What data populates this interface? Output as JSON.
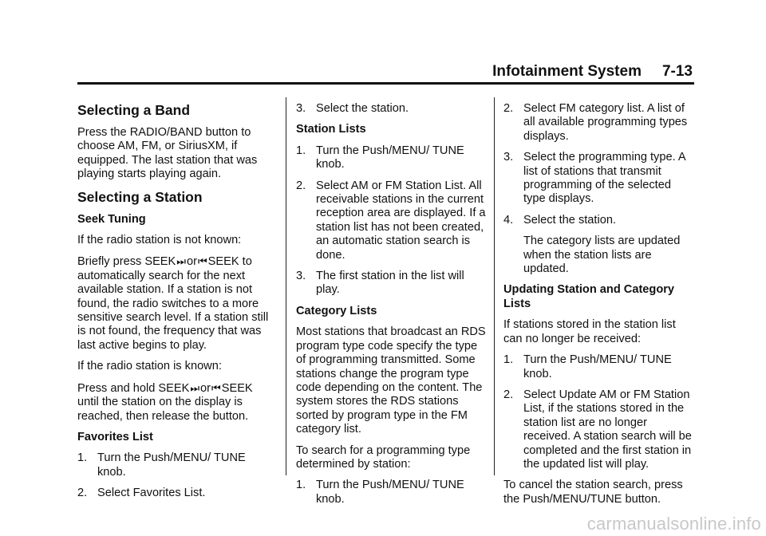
{
  "header": {
    "section": "Infotainment System",
    "page": "7-13"
  },
  "col1": {
    "h_band": "Selecting a Band",
    "p_band": "Press the RADIO/BAND button to choose AM, FM, or SiriusXM, if equipped. The last station that was playing starts playing again.",
    "h_station": "Selecting a Station",
    "h_seek": "Seek Tuning",
    "p_unknown": "If the radio station is not known:",
    "p_brief_a": "Briefly press SEEK",
    "p_brief_or": "or",
    "p_brief_b": "SEEK to automatically search for the next available station. If a station is not found, the radio switches to a more sensitive search level. If a station still is not found, the frequency that was last active begins to play.",
    "p_known": "If the radio station is known:",
    "p_hold_a": "Press and hold SEEK",
    "p_hold_or": "or",
    "p_hold_b": "SEEK until the station on the display is reached, then release the button.",
    "h_fav": "Favorites List",
    "steps": [
      {
        "num": "1.",
        "text": "Turn the Push/MENU/ TUNE knob."
      },
      {
        "num": "2.",
        "text": "Select Favorites List."
      }
    ]
  },
  "col2": {
    "step3": {
      "num": "3.",
      "text": "Select the station."
    },
    "h_lists": "Station Lists",
    "list_steps": [
      {
        "num": "1.",
        "text": "Turn the Push/MENU/ TUNE knob."
      },
      {
        "num": "2.",
        "text": "Select AM or FM Station List. All receivable stations in the current reception area are displayed. If a station list has not been created, an automatic station search is done."
      },
      {
        "num": "3.",
        "text": "The first station in the list will play."
      }
    ],
    "h_cat": "Category Lists",
    "p_cat": "Most stations that broadcast an RDS program type code specify the type of programming transmitted. Some stations change the program type code depending on the content. The system stores the RDS stations sorted by program type in the FM category list.",
    "p_search": "To search for a programming type determined by station:",
    "cat_steps": [
      {
        "num": "1.",
        "text": "Turn the Push/MENU/ TUNE knob."
      }
    ]
  },
  "col3": {
    "steps": [
      {
        "num": "2.",
        "text": "Select FM category list. A list of all available programming types displays."
      },
      {
        "num": "3.",
        "text": "Select the programming type. A list of stations that transmit programming of the selected type displays."
      },
      {
        "num": "4.",
        "text": "Select the station."
      }
    ],
    "p_updated": "The category lists are updated when the station lists are updated.",
    "h_update": "Updating Station and Category Lists",
    "p_nolonger": "If stations stored in the station list can no longer be received:",
    "update_steps": [
      {
        "num": "1.",
        "text": "Turn the Push/MENU/ TUNE knob."
      },
      {
        "num": "2.",
        "text": "Select Update AM or FM Station List, if the stations stored in the station list are no longer received. A station search will be completed and the first station in the updated list will play."
      }
    ],
    "p_cancel": "To cancel the station search, press the Push/MENU/TUNE button."
  },
  "icons": {
    "seek_forward": "seek-forward-icon",
    "seek_back": "seek-back-icon"
  },
  "watermark": "carmanualsonline.info"
}
